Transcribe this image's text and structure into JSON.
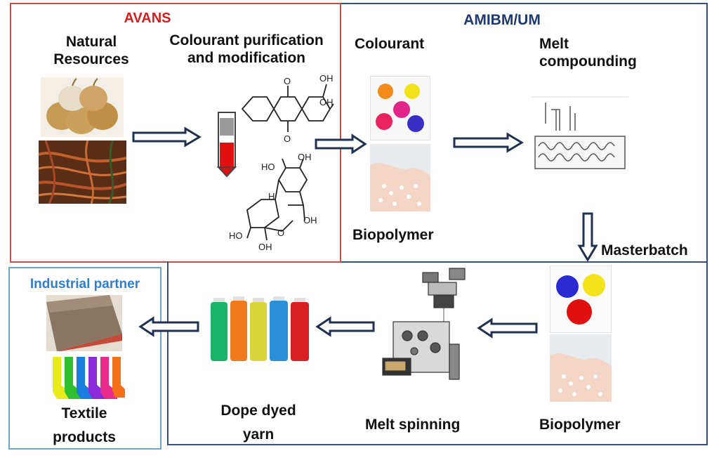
{
  "avans": {
    "title": "AVANS",
    "title_color": "#d21f1f",
    "natural_resources": "Natural Resources",
    "purification": "Colourant purification and modification",
    "molecule_oh": "OH",
    "molecule_o": "O",
    "molecule_h": "H",
    "molecule_ho": "HO"
  },
  "amibm": {
    "title": "AMIBM/UM",
    "title_color": "#1f3a6e",
    "colourant": "Colourant",
    "biopolymer_top": "Biopolymer",
    "melt_compounding": "Melt compounding",
    "masterbatch": "Masterbatch",
    "biopolymer_bottom": "Biopolymer",
    "melt_spinning": "Melt spinning",
    "dope_dyed_yarn": "Dope dyed yarn"
  },
  "industrial": {
    "title": "Industrial partner",
    "title_color": "#2f7fd0",
    "textile_products": "Textile products"
  },
  "colors": {
    "avans_border": "#c0504d",
    "amibm_border": "#3b4f73",
    "industrial_border": "#6fa6c8",
    "arrow": "#1f3050"
  }
}
